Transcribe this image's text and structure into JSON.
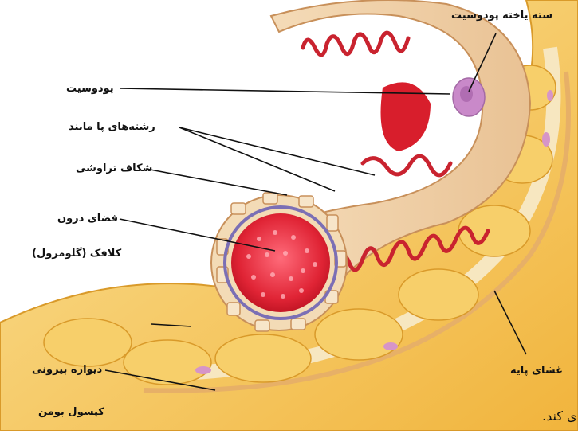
{
  "labels": {
    "podocyte_cell_body": "سته یاخته پودوسیت",
    "podocyte": "پودوسیت",
    "foot_processes": "رشته‌های پا مانند",
    "filtration_slit": "شکاف تراوشی",
    "lumen_line1": "فضای درون",
    "lumen_line2": "کلافک (گلومرول)",
    "basement_membrane": "غشای پایه",
    "outer_wall": "دیواره بیرونی",
    "bowman_capsule": "کپسول بومن",
    "cropped_text": "ی کند."
  },
  "colors": {
    "capsule_fill": "#f4c253",
    "capsule_edge": "#d99a2a",
    "podocyte_body": "#f3d6b0",
    "capillary_red": "#d81e2c",
    "nucleus": "#c989c9",
    "membrane_ring": "#7b6fb5"
  }
}
